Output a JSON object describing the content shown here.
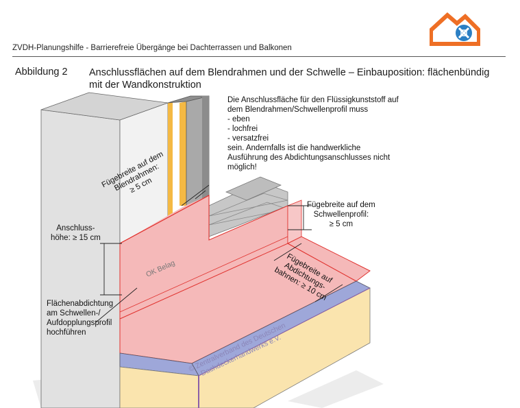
{
  "header": {
    "title": "ZVDH-Planungshilfe - Barrierefreie Übergänge bei Dachterrassen und Balkonen"
  },
  "figure": {
    "label": "Abbildung 2",
    "title": "Anschlussflächen auf dem Blendrahmen und der Schwelle – Einbauposition: flächenbündig mit der Wandkonstruktion"
  },
  "notes": {
    "top_note": {
      "line1": "Die Anschlussfläche für den Flüssigkunststoff auf",
      "line2": "dem Blendrahmen/Schwellenprofil muss",
      "line3": "- eben",
      "line4": "- lochfrei",
      "line5": "- versatzfrei",
      "line6": "sein. Andernfalls ist die handwerkliche",
      "line7": "Ausführung des Abdichtungsanschlusses nicht",
      "line8": "möglich!"
    },
    "fuge_blendrahmen": {
      "line1": "Fügebreite auf dem",
      "line2": "Blendrahmen:",
      "line3": "≥ 5 cm"
    },
    "fuge_schwelle": {
      "line1": "Fügebreite auf dem",
      "line2": "Schwellenprofil:",
      "line3": "≥ 5 cm"
    },
    "anschluss": {
      "line1": "Anschluss-",
      "line2": "höhe: ≥ 15 cm"
    },
    "flaechenabdichtung": {
      "line1": "Flächenabdichtung",
      "line2": "am Schwellen-/",
      "line3": "Aufdopplungsprofil",
      "line4": "hochführen"
    },
    "fuge_bahnen": {
      "line1": "Fügebreite auf",
      "line2": "Abdichtungs-",
      "line3": "bahnen: ≥ 10 cm"
    },
    "ok_belag": "OK Belag",
    "watermark_line1": "© Zentralverband des Deutschen",
    "watermark_line2": "Dachdeckerhandwerks e.V."
  },
  "colors": {
    "wall": "#e4e4e4",
    "wall_dark": "#c9c9c9",
    "frame_gray": "#a9a9a9",
    "insulation_orange": "#f4b944",
    "membrane_pink": "#f5b9b9",
    "membrane_edge": "#e0312d",
    "slab_yellow": "#fae4ae",
    "slab_blue": "#9ea7d9",
    "slab_purple": "#8a5fa8",
    "logo_orange": "#ee6f25",
    "logo_blue": "#2b7fc4"
  }
}
